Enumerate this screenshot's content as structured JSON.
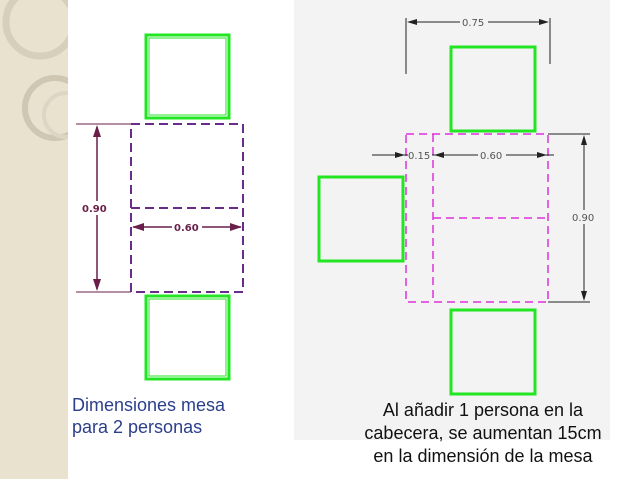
{
  "slide": {
    "left_caption_line1": "Dimensiones mesa",
    "left_caption_line2": "para 2 personas",
    "right_caption_line1": "Al añadir 1 persona en la",
    "right_caption_line2": "cabecera, se aumentan 15cm",
    "right_caption_line3": "en la dimensión de la mesa"
  },
  "left_drawing": {
    "height_label": "0.90",
    "width_label": "0.60"
  },
  "right_drawing": {
    "top_width_label": "0.75",
    "offset_label": "0.15",
    "width_label": "0.60",
    "height_label": "0.90"
  },
  "colors": {
    "chair": "#22e622",
    "table_left": "#6a2c8a",
    "table_right": "#dd33dd",
    "dimension": "#6a1f4a",
    "sidebar": "#e9e2cf"
  },
  "icons": {
    "chair": "green-square",
    "dimension_arrow": "arrow-head"
  }
}
